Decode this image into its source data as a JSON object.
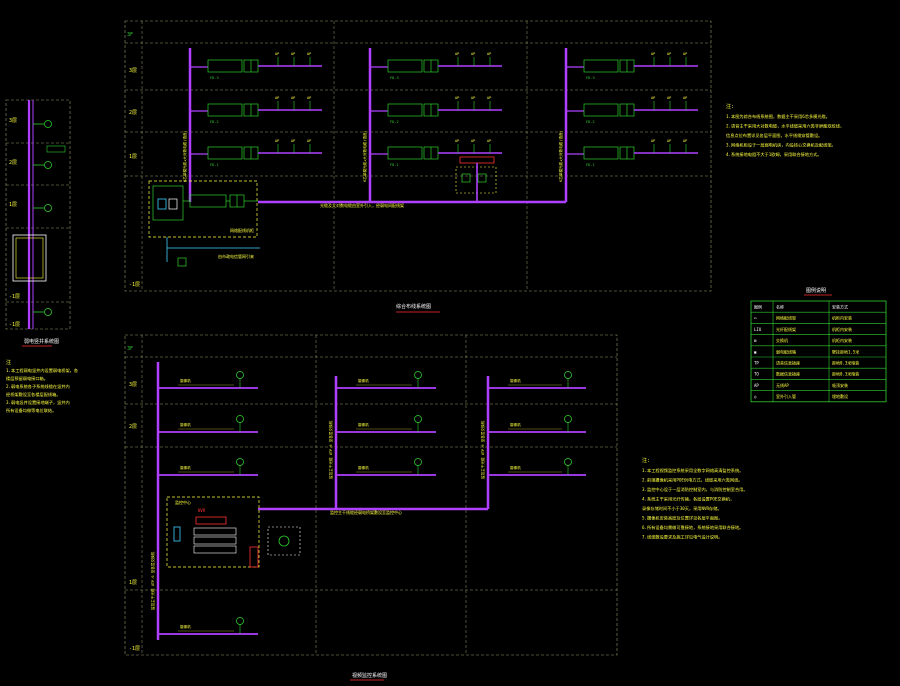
{
  "colors": {
    "bg": "#000000",
    "frame": "#9a9a6a",
    "bus": "#b040ff",
    "equip": "#30d030",
    "text": "#ffff40",
    "red": "#ff3030",
    "cyan": "#40d0ff",
    "white": "#ffffff"
  },
  "floor_labels": {
    "top": "3F",
    "f3": "3层",
    "f2": "2层",
    "f1": "1层",
    "b1": "-1层",
    "f1b": "1F"
  },
  "left_riser": {
    "title": "弱电竖井系统图",
    "notes_head": "注",
    "notes": [
      "1.本工程弱电竖井内设置弱电桥架，各",
      "楼层预留弱电接口箱。",
      "2.弱电系统各子系统线缆在竖井内",
      "经桥架敷设至各楼层配线箱。",
      "3.弱电竖井设置接地端子，竖井内",
      "所有设备均做等电位联结。"
    ]
  },
  "system1": {
    "title": "综合布线系统图",
    "ap_label": "AP",
    "unit_label": "FD",
    "riser_text": "6芯单模光缆+大对数电缆(语音)",
    "main_bus_text": "光缆及大对数电缆由室外引入，经弱电间配线架",
    "cabinet_text": "网络配线机柜",
    "source_text": "由市政电信管网引来",
    "notes_head": "注:",
    "notes": [
      "1.本图为综合布线系统图，数据主干采用6芯多模光缆。",
      "2.语音主干采用大对数电缆，水平线缆采用六类非屏蔽双绞线，",
      "信息点位布置详见各层平面图，水平线缆穿管敷设。",
      "3.网络机柜设于一层弱电机房，内设核心交换机及配线架。",
      "4.系统接地电阻不大于1欧姆，采用联合接地方式。"
    ]
  },
  "legend": {
    "title": "图例说明",
    "headers": [
      "图例",
      "名称",
      "安装方式"
    ],
    "rows": [
      [
        "▭",
        "网络配线架",
        "机柜内安装"
      ],
      [
        "LIU",
        "光纤配线架",
        "机柜内安装"
      ],
      [
        "⊠",
        "交换机",
        "机柜内安装"
      ],
      [
        "▣",
        "弱电配线箱",
        "壁挂距地1.5米"
      ],
      [
        "TP",
        "语音信息插座",
        "距地0.3米暗装"
      ],
      [
        "TO",
        "数据信息插座",
        "距地0.3米暗装"
      ],
      [
        "AP",
        "无线AP",
        "吸顶安装"
      ],
      [
        "◎",
        "室外引入管",
        "埋地敷设"
      ]
    ]
  },
  "system2": {
    "title": "视频监控系统图",
    "cam_label": "摄像机",
    "riser_text": "监控主干光缆 UTP-6 至各层交换机",
    "main_bus_text": "监控主干线缆经弱电桥架敷设至监控中心",
    "center_text": "监控中心",
    "nvr_text": "NVR",
    "notes_head": "注:",
    "notes": [
      "1.本工程视频监控系统采用全数字网络高清监控系统。",
      "2.前端摄像机采用POE供电方式，线缆采用六类网线。",
      "3.监控中心设于一层消防控制室内，与消防控制室合用。",
      "4.系统主干采用光纤传输，各层设置POE交换机，",
      "录像存储时间不小于30天，采用NVR存储。",
      "5.摄像机安装高度及位置详见各层平面图。",
      "6.所有设备均需做可靠接地，系统接地采用联合接地。",
      "7.线缆敷设要求及施工详见电气设计说明。"
    ]
  }
}
